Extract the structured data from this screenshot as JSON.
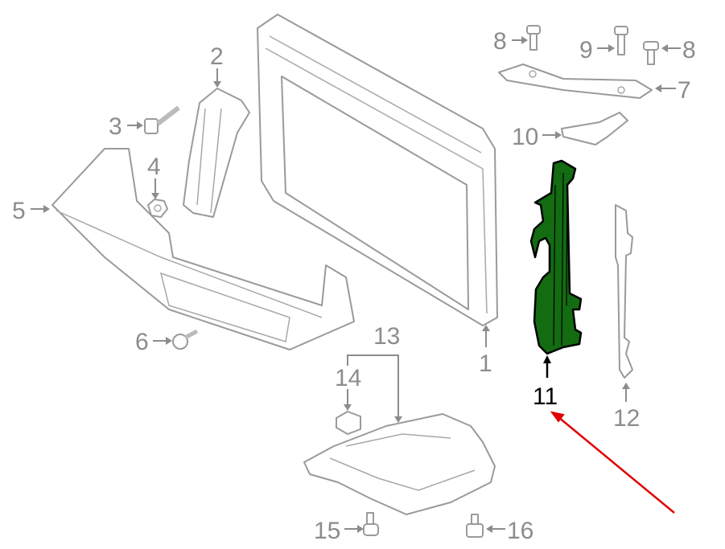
{
  "diagram": {
    "highlight_color": "#136b12",
    "pointer_color": "#e00000",
    "labels": {
      "p1": "1",
      "p2": "2",
      "p3": "3",
      "p4": "4",
      "p5": "5",
      "p6": "6",
      "p7": "7",
      "p8a": "8",
      "p8b": "8",
      "p9": "9",
      "p10": "10",
      "p11": "11",
      "p12": "12",
      "p13": "13",
      "p14": "14",
      "p15": "15",
      "p16": "16"
    },
    "highlighted_part": "11"
  }
}
